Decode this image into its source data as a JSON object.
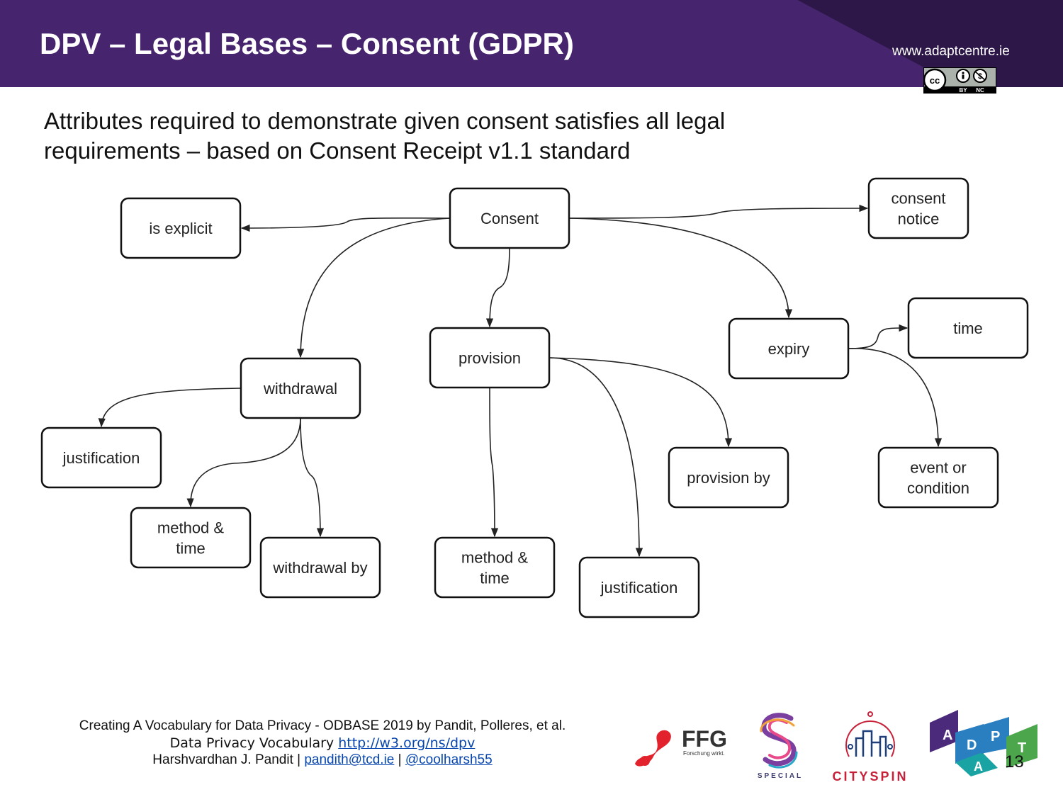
{
  "header": {
    "title": "DPV – Legal Bases – Consent (GDPR)",
    "site": "www.adaptcentre.ie",
    "license_badge": {
      "labels": [
        "cc",
        "BY",
        "NC"
      ]
    }
  },
  "subtitle": {
    "line1": "Attributes required to demonstrate given consent satisfies all legal",
    "line2": "requirements – based on Consent Receipt v1.1 standard"
  },
  "diagram": {
    "nodes": {
      "consent": [
        "Consent"
      ],
      "is_explicit": [
        "is explicit"
      ],
      "consent_notice": [
        "consent",
        "notice"
      ],
      "withdrawal": [
        "withdrawal"
      ],
      "provision": [
        "provision"
      ],
      "expiry": [
        "expiry"
      ],
      "time": [
        "time"
      ],
      "justification_w": [
        "justification"
      ],
      "method_time_w": [
        "method &",
        "time"
      ],
      "withdrawal_by": [
        "withdrawal by"
      ],
      "method_time_p": [
        "method &",
        "time"
      ],
      "justification_p": [
        "justification"
      ],
      "provision_by": [
        "provision by"
      ],
      "event_condition": [
        "event or",
        "condition"
      ]
    },
    "edges": [
      [
        "consent",
        "is_explicit"
      ],
      [
        "consent",
        "consent_notice"
      ],
      [
        "consent",
        "withdrawal"
      ],
      [
        "consent",
        "provision"
      ],
      [
        "consent",
        "expiry"
      ],
      [
        "expiry",
        "time"
      ],
      [
        "expiry",
        "event_condition"
      ],
      [
        "withdrawal",
        "justification_w"
      ],
      [
        "withdrawal",
        "method_time_w"
      ],
      [
        "withdrawal",
        "withdrawal_by"
      ],
      [
        "provision",
        "method_time_p"
      ],
      [
        "provision",
        "justification_p"
      ],
      [
        "provision",
        "provision_by"
      ]
    ]
  },
  "footer": {
    "line1": "Creating A Vocabulary for Data Privacy - ODBASE 2019 by Pandit, Polleres, et al.",
    "line2_text": "Data Privacy Vocabulary ",
    "line2_link": "http://w3.org/ns/dpv",
    "line3_text": "Harshvardhan J. Pandit | ",
    "email": "pandith@tcd.ie",
    "separator": " | ",
    "twitter": "@coolharsh55 "
  },
  "logos": {
    "ffg": {
      "name": "FFG",
      "tagline": "Forschung wirkt."
    },
    "special": {
      "name": "SPECIAL"
    },
    "cityspin": {
      "name": "CITYSPIN"
    },
    "adapt": {
      "letters": [
        "A",
        "D",
        "A",
        "P",
        "T"
      ]
    }
  },
  "page_number": "13",
  "colors": {
    "header_bg": "#46246e",
    "header_dark": "#2d1748",
    "link": "#0645ad",
    "ffg_red": "#e2222d",
    "adapt_purple": "#4b2a7b",
    "adapt_blue": "#2a7fc1",
    "adapt_green": "#4ca64c",
    "adapt_teal": "#1aa3a3",
    "cityspin_red": "#c7213a",
    "cityspin_blue": "#1e3f7a"
  }
}
